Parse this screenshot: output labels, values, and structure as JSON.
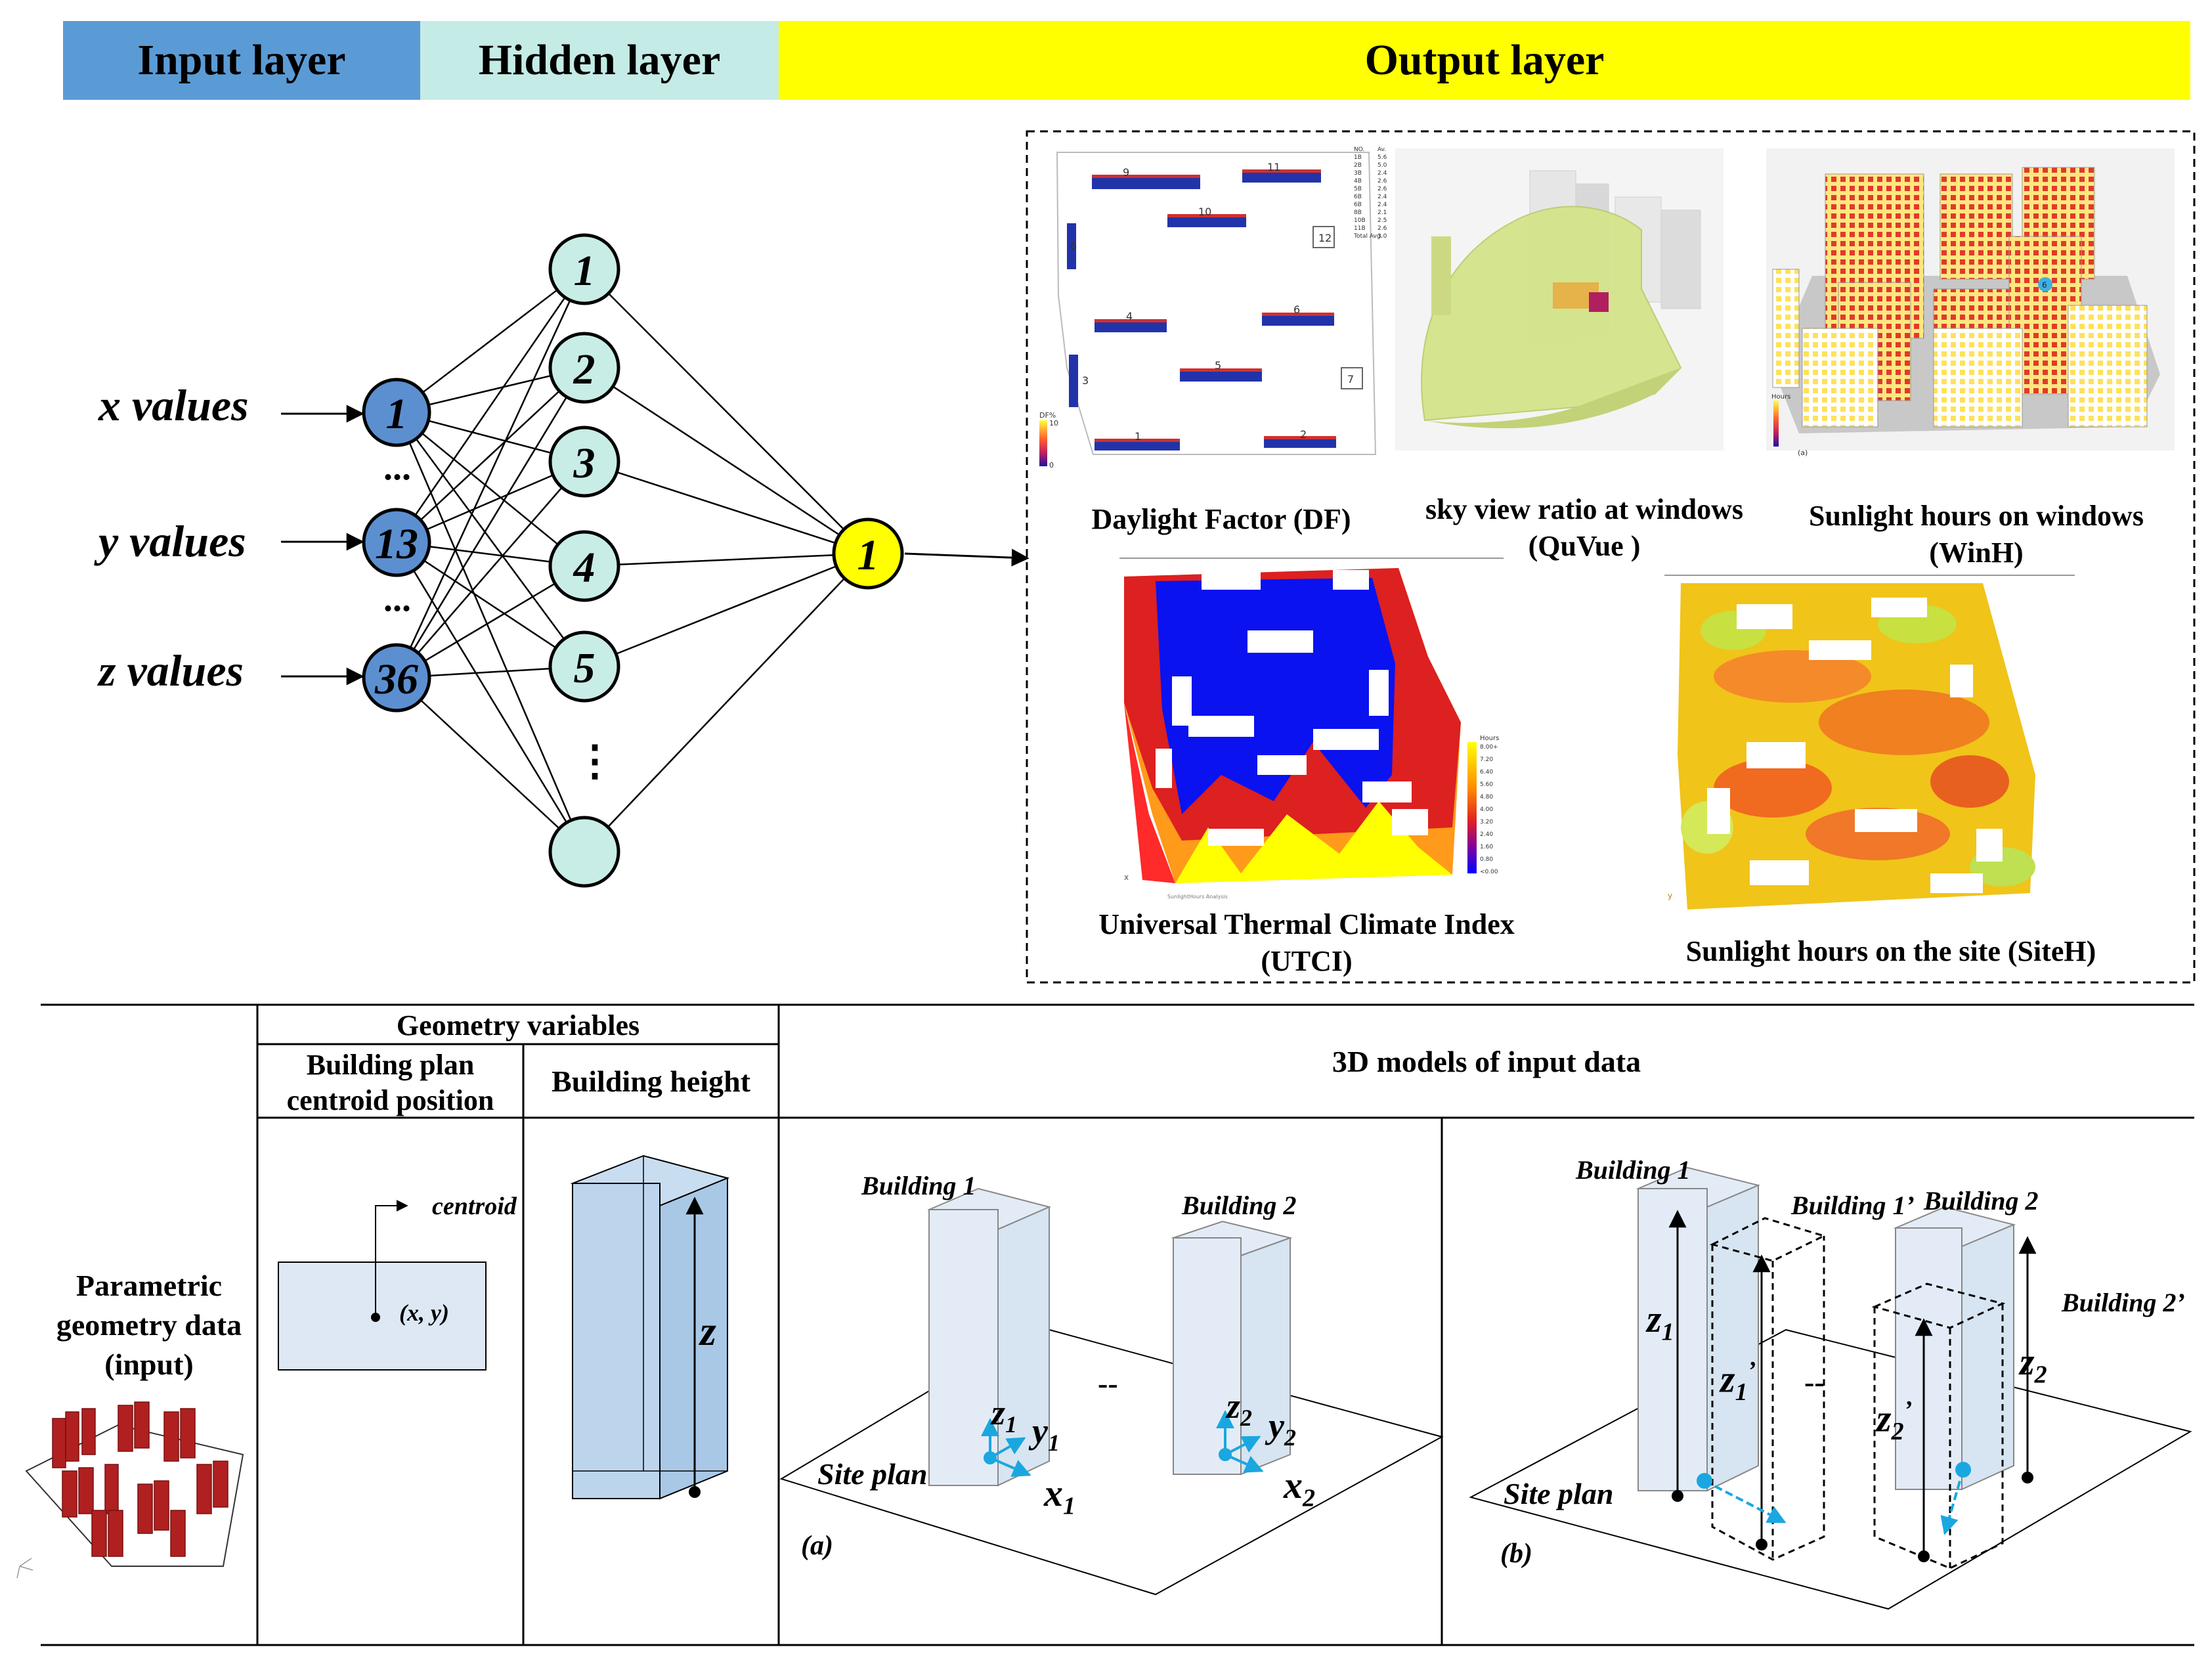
{
  "header": {
    "input_label": "Input layer",
    "hidden_label": "Hidden layer",
    "output_label": "Output layer",
    "colors": {
      "input": "#5b9bd5",
      "hidden": "#c5ebe6",
      "output": "#ffff00"
    }
  },
  "network": {
    "inputs": [
      {
        "label": "x values",
        "node": "1"
      },
      {
        "label": "y values",
        "node": "13"
      },
      {
        "label": "z values",
        "node": "36"
      }
    ],
    "ellipsis": "...",
    "hidden_nodes": [
      "1",
      "2",
      "3",
      "4",
      "5",
      ""
    ],
    "hidden_ellipsis": "⋮",
    "output_node": "1",
    "colors": {
      "input_node": "#5b8fd0",
      "hidden_node": "#c8ede6",
      "output_node": "#ffff00"
    }
  },
  "outputs": [
    {
      "id": "df",
      "label_lines": [
        "Daylight Factor (DF)"
      ]
    },
    {
      "id": "quvue",
      "label_lines": [
        "sky view ratio at windows",
        "(QuVue )"
      ]
    },
    {
      "id": "winh",
      "label_lines": [
        "Sunlight hours on windows",
        "(WinH)"
      ]
    },
    {
      "id": "utci",
      "label_lines": [
        "Universal Thermal Climate Index",
        "(UTCI)"
      ]
    },
    {
      "id": "siteh",
      "label_lines": [
        "Sunlight hours on the site (SiteH)"
      ]
    }
  ],
  "df_map": {
    "building_numbers": [
      "9",
      "11",
      "10",
      "12",
      "6",
      "4",
      "6",
      "3",
      "5",
      "7",
      "1",
      "2"
    ],
    "legend_title": "DF%",
    "legend_max": "10",
    "legend_min": "0",
    "table_header": [
      "NO.",
      "Av."
    ],
    "table_rows": [
      [
        "1B",
        "5.6"
      ],
      [
        "2B",
        "5.0"
      ],
      [
        "3B",
        "2.4"
      ],
      [
        "4B",
        "2.6"
      ],
      [
        "5B",
        "2.6"
      ],
      [
        "6B",
        "2.4"
      ],
      [
        "6B",
        "2.4"
      ],
      [
        "8B",
        "2.1"
      ],
      [
        "10B",
        "2.5"
      ],
      [
        "11B",
        "2.6"
      ]
    ],
    "table_total": [
      "Total Avg.",
      "3.0"
    ]
  },
  "winh_map": {
    "legend_title": "Hours",
    "panel_letter": "(a)",
    "building_label": "6"
  },
  "utci_map": {
    "legend_title": "Hours",
    "legend_values": [
      "8.00+",
      "7.20",
      "6.40",
      "5.60",
      "4.80",
      "4.00",
      "3.20",
      "2.40",
      "1.60",
      "0.80",
      "<0.00"
    ],
    "axis_label": "x",
    "footnote": "SunlightHours Analysis"
  },
  "siteh_map": {
    "axis_label": "y"
  },
  "table": {
    "row_label_lines": [
      "Parametric",
      "geometry data",
      "(input)"
    ],
    "geometry_header": "Geometry variables",
    "centroid_header_lines": [
      "Building plan",
      "centroid position"
    ],
    "height_header": "Building height",
    "models_header": "3D models of input data",
    "centroid_label": "centroid",
    "xy_label": "(x, y)",
    "z_label": "z"
  },
  "model_a": {
    "building1": "Building 1",
    "building2": "Building 2",
    "site_plan": "Site plan",
    "dash": "--",
    "panel": "(a)",
    "z1": "z",
    "z1_sub": "1",
    "y1": "y",
    "y1_sub": "1",
    "x1": "x",
    "x1_sub": "1",
    "z2": "z",
    "z2_sub": "2",
    "y2": "y",
    "y2_sub": "2",
    "x2": "x",
    "x2_sub": "2"
  },
  "model_b": {
    "building1": "Building 1",
    "building1p": "Building 1’",
    "building2": "Building 2",
    "building2p": "Building 2’",
    "site_plan": "Site plan",
    "dash": "--",
    "panel": "(b)",
    "z1": "z",
    "z1_sub": "1",
    "z1p": "z",
    "z1p_sub": "1",
    "z1p_prime": "’",
    "z2": "z",
    "z2_sub": "2",
    "z2p": "z",
    "z2p_sub": "2",
    "z2p_prime": "’"
  },
  "style": {
    "accent_blue": "#1aa7e0",
    "building_fill": "#dde8f4",
    "height_fill": "#bcd5ec",
    "heat_red": "#b02020"
  }
}
